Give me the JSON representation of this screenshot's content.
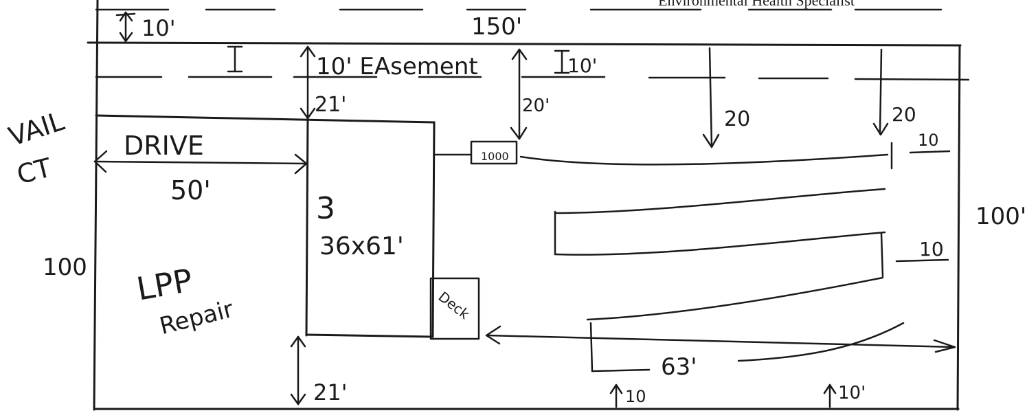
{
  "header_text": "Environmental Health Specialist",
  "labels": {
    "street_line1": "VAIL",
    "street_line2": "CT",
    "drive": "DRIVE",
    "drive_width": "50'",
    "lot_width_top": "150'",
    "lot_depth_left": "100",
    "lot_depth_right": "100'",
    "easement": "10' EAsement",
    "setback_top": "10'",
    "setback_house_top": "21'",
    "setback_house_bottom": "21'",
    "setback_tank": "20'",
    "setback_field_a": "20",
    "setback_field_b": "20",
    "easement_right": "10'",
    "house_bedrooms": "3",
    "house_size": "36x61'",
    "tank": "1000",
    "deck": "Deck",
    "lpp_line1": "LPP",
    "lpp_line2": "Repair",
    "line_spacing_1": "10",
    "line_spacing_2": "10",
    "bottom_setback_1": "10",
    "bottom_setback_2": "10'",
    "lateral_length": "63'"
  }
}
